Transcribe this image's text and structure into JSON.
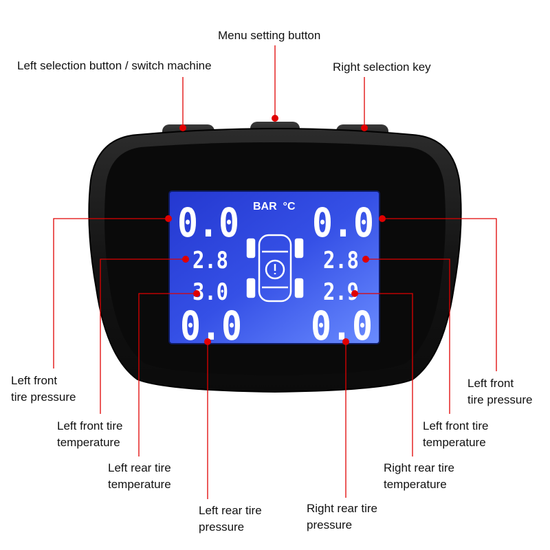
{
  "colors": {
    "leader": "#e00000",
    "lcd_top": "#2a3fd6",
    "lcd_bottom": "#5a7cff",
    "body": "#1a1a1a",
    "digit": "#ffffff"
  },
  "display": {
    "units_label": "BAR  °C",
    "left_front_pressure": "0.0",
    "right_front_pressure": "0.0",
    "left_front_temperature": "2.8",
    "right_front_temperature": "2.8",
    "left_rear_temperature": "3.0",
    "right_rear_temperature": "2.9",
    "left_rear_pressure": "0.0",
    "right_rear_pressure": "0.0",
    "center_icon": "car-with-tire-warning-icon"
  },
  "callouts": {
    "menu_button": "Menu setting button",
    "left_button": "Left selection button / switch machine",
    "right_button": "Right selection key",
    "left_front_pressure": [
      "Left front",
      "tire pressure"
    ],
    "left_front_temperature": [
      "Left front tire",
      "temperature"
    ],
    "left_rear_temperature": [
      "Left rear tire",
      "temperature"
    ],
    "left_rear_pressure": [
      "Left rear tire",
      "pressure"
    ],
    "right_front_pressure": [
      "Left front",
      "tire pressure"
    ],
    "right_front_temperature": [
      "Left front tire",
      "temperature"
    ],
    "right_rear_temperature": [
      "Right rear tire",
      "temperature"
    ],
    "right_rear_pressure": [
      "Right rear tire",
      "pressure"
    ]
  }
}
